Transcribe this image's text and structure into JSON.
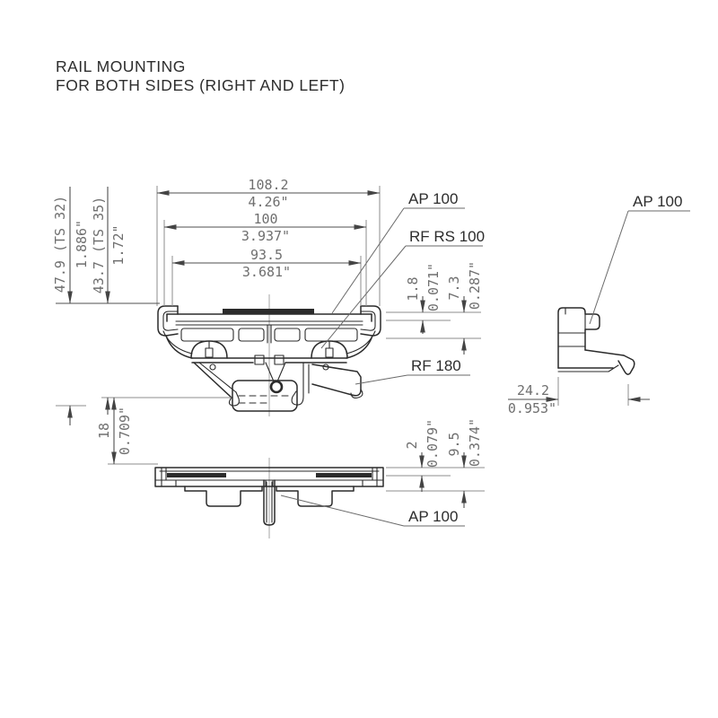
{
  "title": {
    "line1": "RAIL MOUNTING",
    "line2": "FOR BOTH SIDES (RIGHT AND LEFT)"
  },
  "front_view": {
    "labels": {
      "adapter": "AP 100",
      "rail_rs": "RF RS 100",
      "rail_rf180": "RF 180"
    },
    "dims": {
      "overall_width_mm": "108.2",
      "overall_width_in": "4.26\"",
      "mid_width_mm": "100",
      "mid_width_in": "3.937\"",
      "inner_width_mm": "93.5",
      "inner_width_in": "3.681\"",
      "height_ts32_mm": "47.9 (TS 32)",
      "height_ts32_in": "1.886\"",
      "height_ts35_mm": "43.7 (TS 35)",
      "height_ts35_in": "1.72\"",
      "lip_mm": "1.8",
      "lip_in": "0.071\"",
      "step_mm": "7.3",
      "step_in": "0.287\""
    }
  },
  "bottom_view": {
    "label_adapter": "AP 100",
    "dims": {
      "offset_mm": "18",
      "offset_in": "0.709\"",
      "recess_mm": "2",
      "recess_in": "0.079\"",
      "tab_mm": "9.5",
      "tab_in": "0.374\""
    }
  },
  "side_view": {
    "label_adapter": "AP 100",
    "dims": {
      "depth_mm": "24.2",
      "depth_in": "0.953\""
    }
  },
  "colors": {
    "drawing_line": "#2b2b2b",
    "dimension_line": "#4f4f4f",
    "dimension_text": "#6f6f6f",
    "label_text": "#2d2d2d",
    "background": "#ffffff"
  }
}
